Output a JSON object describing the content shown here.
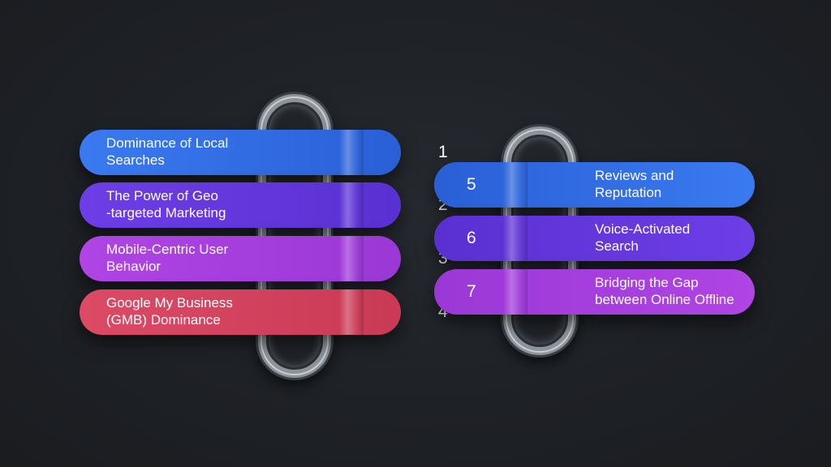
{
  "colors": {
    "blue": "#2f6fe0",
    "violet": "#6a3ae0",
    "magenta": "#a93fe0",
    "red": "#d6435f"
  },
  "left_group": {
    "items": [
      {
        "number": "1",
        "label": "Dominance of Local\nSearches",
        "color": "#2f6fe0"
      },
      {
        "number": "2",
        "label": "The Power of Geo\n-targeted Marketing",
        "color": "#6a3ae0"
      },
      {
        "number": "3",
        "label": "Mobile-Centric User\nBehavior",
        "color": "#a93fe0"
      },
      {
        "number": "4",
        "label": "Google My Business\n(GMB) Dominance",
        "color": "#d6435f"
      }
    ]
  },
  "right_group": {
    "items": [
      {
        "number": "5",
        "label": "Reviews and\nReputation",
        "color": "#2f6fe0"
      },
      {
        "number": "6",
        "label": "Voice-Activated\nSearch",
        "color": "#6a3ae0"
      },
      {
        "number": "7",
        "label": "Bridging the Gap\nbetween Online Offline",
        "color": "#a93fe0"
      }
    ]
  }
}
